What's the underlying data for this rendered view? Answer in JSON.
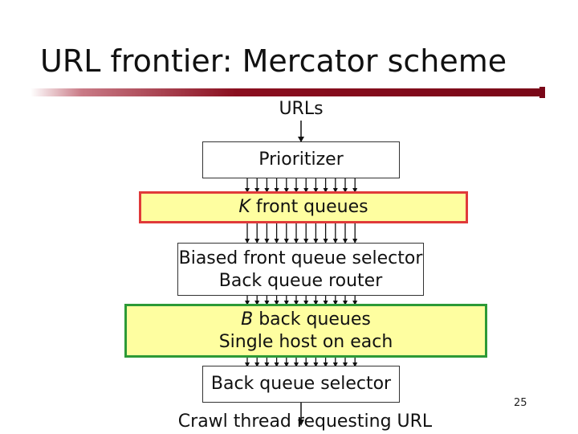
{
  "slide": {
    "title": "URL frontier: Mercator scheme",
    "page_number": "25"
  },
  "diagram": {
    "input_label": "URLs",
    "prioritizer": "Prioritizer",
    "front_queues": {
      "var": "K",
      "text": " front queues"
    },
    "selector_router": {
      "line1": "Biased front queue selector",
      "line2": "Back queue router"
    },
    "back_queues": {
      "var": "B",
      "text": " back queues",
      "line2": "Single host on each"
    },
    "back_selector": "Back queue selector",
    "output_label": "Crawl thread requesting URL"
  },
  "colors": {
    "front_border": "#e03a3a",
    "back_border": "#2c9a36",
    "queue_fill": "#fefea0",
    "title_rule": "#7a0718"
  }
}
